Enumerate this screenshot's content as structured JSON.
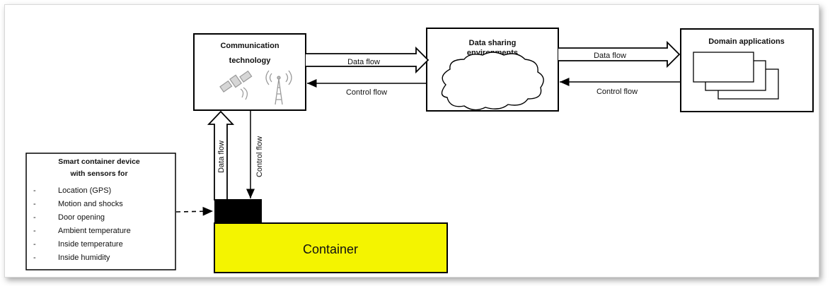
{
  "communication": {
    "title_line1": "Communication",
    "title_line2": "technology"
  },
  "data_sharing": {
    "title_line1": "Data sharing",
    "title_line2": "environments"
  },
  "domain_apps": {
    "title": "Domain applications"
  },
  "flows": {
    "data_flow_1": "Data flow",
    "control_flow_1": "Control flow",
    "data_flow_2": "Data flow",
    "control_flow_2": "Control flow",
    "data_flow_vertical": "Data flow",
    "control_flow_vertical": "Control flow"
  },
  "device": {
    "title_line1": "Smart container device",
    "title_line2": "with sensors for",
    "bullet": "-",
    "items": [
      "Location (GPS)",
      "Motion and shocks",
      "Door opening",
      "Ambient temperature",
      "Inside temperature",
      "Inside humidity"
    ]
  },
  "container": {
    "label": "Container"
  },
  "colors": {
    "container_fill": "#f4f400",
    "line": "#000000"
  },
  "icons": [
    "satellite-icon",
    "antenna-icon",
    "cloud-icon"
  ]
}
